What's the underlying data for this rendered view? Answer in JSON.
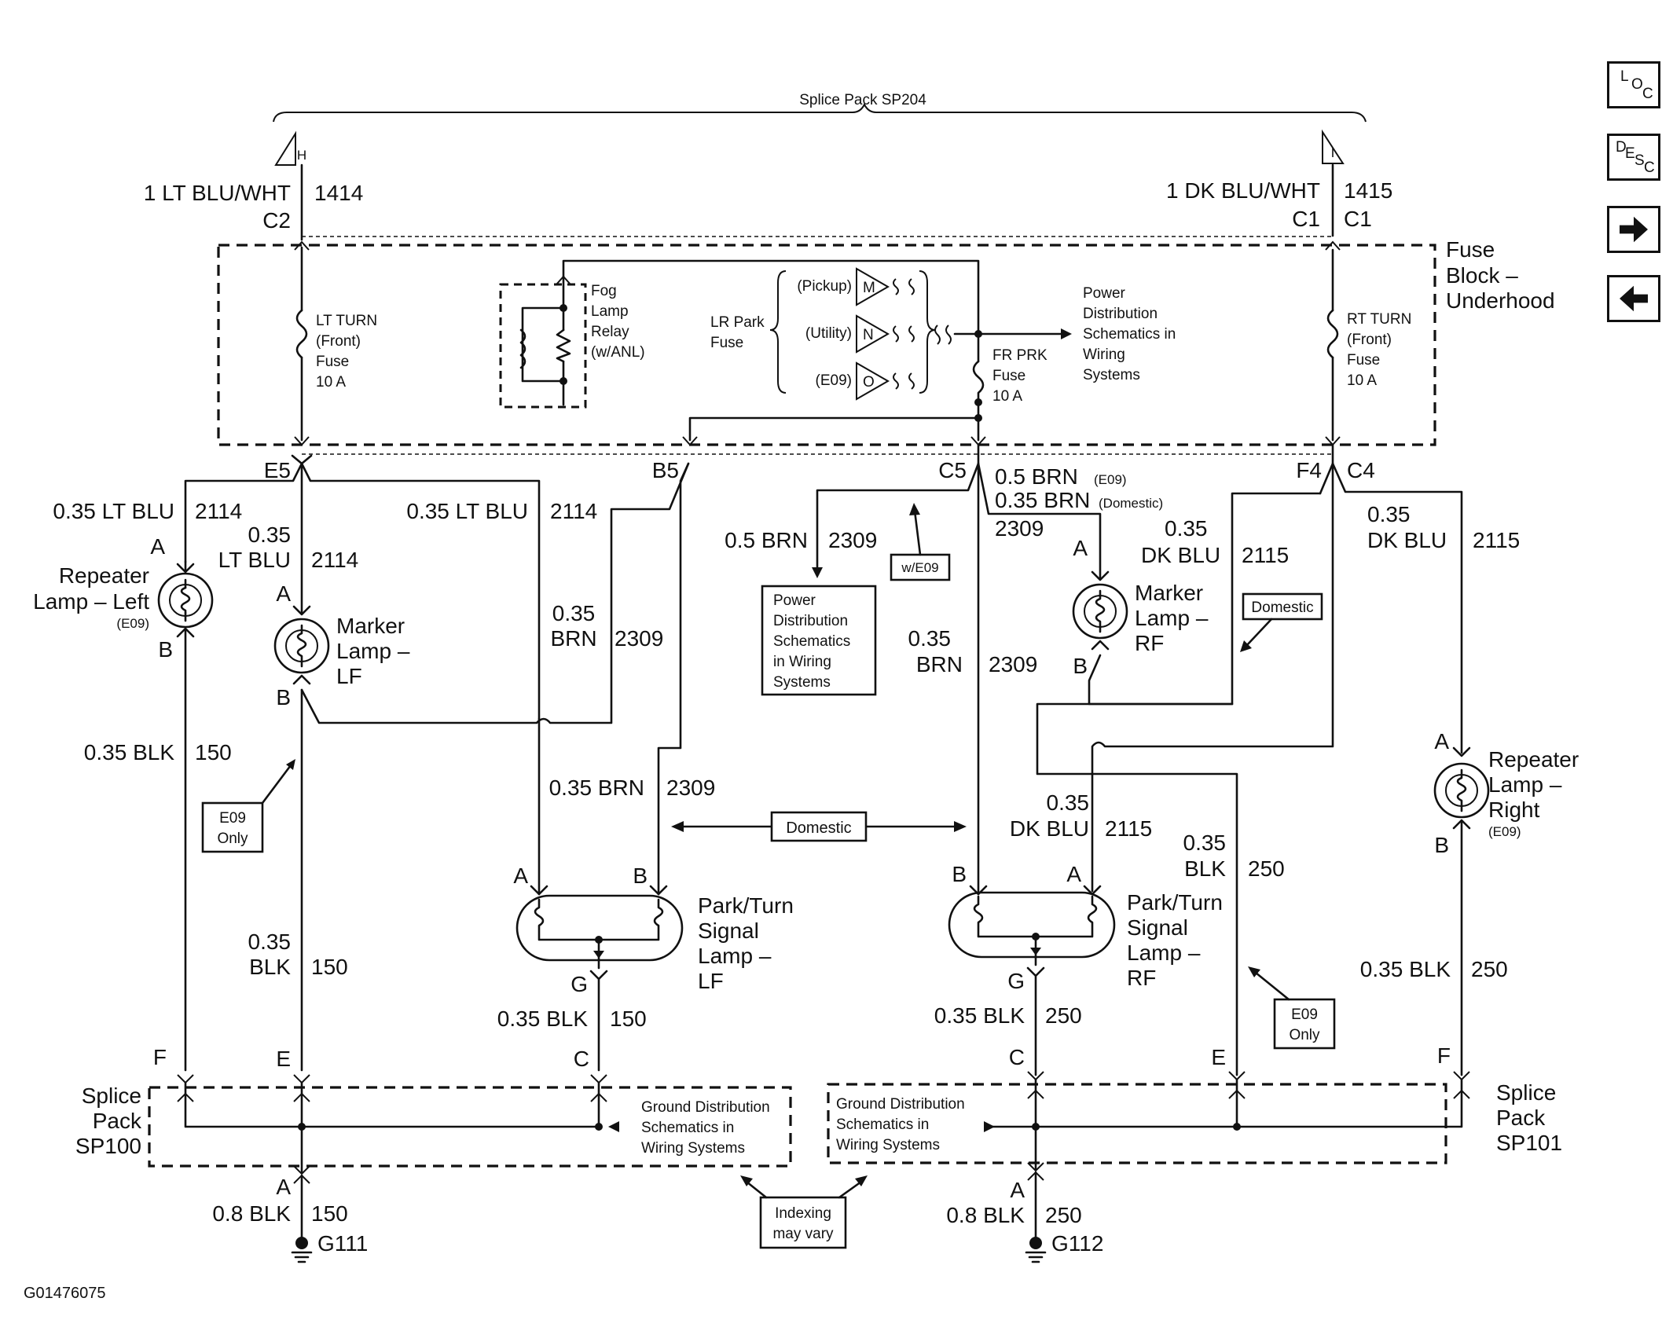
{
  "figure_id": "G01476075",
  "splice_pack_top": "Splice Pack SP204",
  "connectors": {
    "H": "H",
    "I": "I",
    "C1": "C1",
    "C2": "C2",
    "C4": "C4",
    "C5": "C5",
    "E5": "E5",
    "B5": "B5",
    "F4": "F4",
    "A": "A",
    "B": "B",
    "C": "C",
    "E": "E",
    "F": "F",
    "G": "G"
  },
  "fuse_block": {
    "line1": "Fuse",
    "line2": "Block –",
    "line3": "Underhood"
  },
  "lt_turn_fuse": [
    "LT TURN",
    "(Front)",
    "Fuse",
    "10 A"
  ],
  "rt_turn_fuse": [
    "RT TURN",
    "(Front)",
    "Fuse",
    "10 A"
  ],
  "fr_prk_fuse": [
    "FR PRK",
    "Fuse",
    "10 A"
  ],
  "fog_relay": [
    "Fog",
    "Lamp",
    "Relay",
    "(w/ANL)"
  ],
  "lr_park_fuse": [
    "LR Park",
    "Fuse"
  ],
  "variants": {
    "pickup": "(Pickup)",
    "utility": "(Utility)",
    "e09": "(E09)",
    "m": "M",
    "n": "N",
    "o": "O"
  },
  "power_dist": [
    "Power",
    "Distribution",
    "Schematics in",
    "Wiring",
    "Systems"
  ],
  "power_dist_box": [
    "Power",
    "Distribution",
    "Schematics",
    "in Wiring",
    "Systems"
  ],
  "ground_dist": [
    "Ground Distribution",
    "Schematics in",
    "Wiring Systems"
  ],
  "wires": {
    "w1414": "1 LT BLU/WHT",
    "n1414": "1414",
    "w1415": "1 DK BLU/WHT",
    "n1415": "1415",
    "ltblu": "0.35 LT BLU",
    "n2114": "2114",
    "c035": "0.35",
    "ltblu_only": "LT BLU",
    "brn05": "0.5 BRN",
    "n2309": "2309",
    "brn05_e09": "0.5 BRN",
    "e09_paren": "(E09)",
    "brn035_dom": "0.35 BRN",
    "dom_paren": "(Domestic)",
    "brn": "BRN",
    "brn035": "0.35 BRN",
    "dkblu": "DK BLU",
    "n2115": "2115",
    "blk035": "0.35 BLK",
    "blk": "BLK",
    "n150": "150",
    "n250": "250",
    "blk08": "0.8 BLK"
  },
  "components": {
    "rep_left": [
      "Repeater",
      "Lamp – Left"
    ],
    "rep_left_opt": "(E09)",
    "marker_lf": [
      "Marker",
      "Lamp –",
      "LF"
    ],
    "marker_rf": [
      "Marker",
      "Lamp –",
      "RF"
    ],
    "park_lf": [
      "Park/Turn",
      "Signal",
      "Lamp –",
      "LF"
    ],
    "park_rf": [
      "Park/Turn",
      "Signal",
      "Lamp –",
      "RF"
    ],
    "rep_right": [
      "Repeater",
      "Lamp –",
      "Right"
    ],
    "rep_right_opt": "(E09)"
  },
  "notes": {
    "we09": "w/E09",
    "domestic": "Domestic",
    "e09_only": [
      "E09",
      "Only"
    ],
    "indexing": [
      "Indexing",
      "may vary"
    ]
  },
  "splice_packs": {
    "sp100": [
      "Splice",
      "Pack",
      "SP100"
    ],
    "sp101": [
      "Splice",
      "Pack",
      "SP101"
    ]
  },
  "grounds": {
    "g111": "G111",
    "g112": "G112"
  },
  "nav_buttons": {
    "loc": [
      "L",
      "O",
      "C"
    ],
    "desc": [
      "D",
      "E",
      "S",
      "C"
    ]
  }
}
